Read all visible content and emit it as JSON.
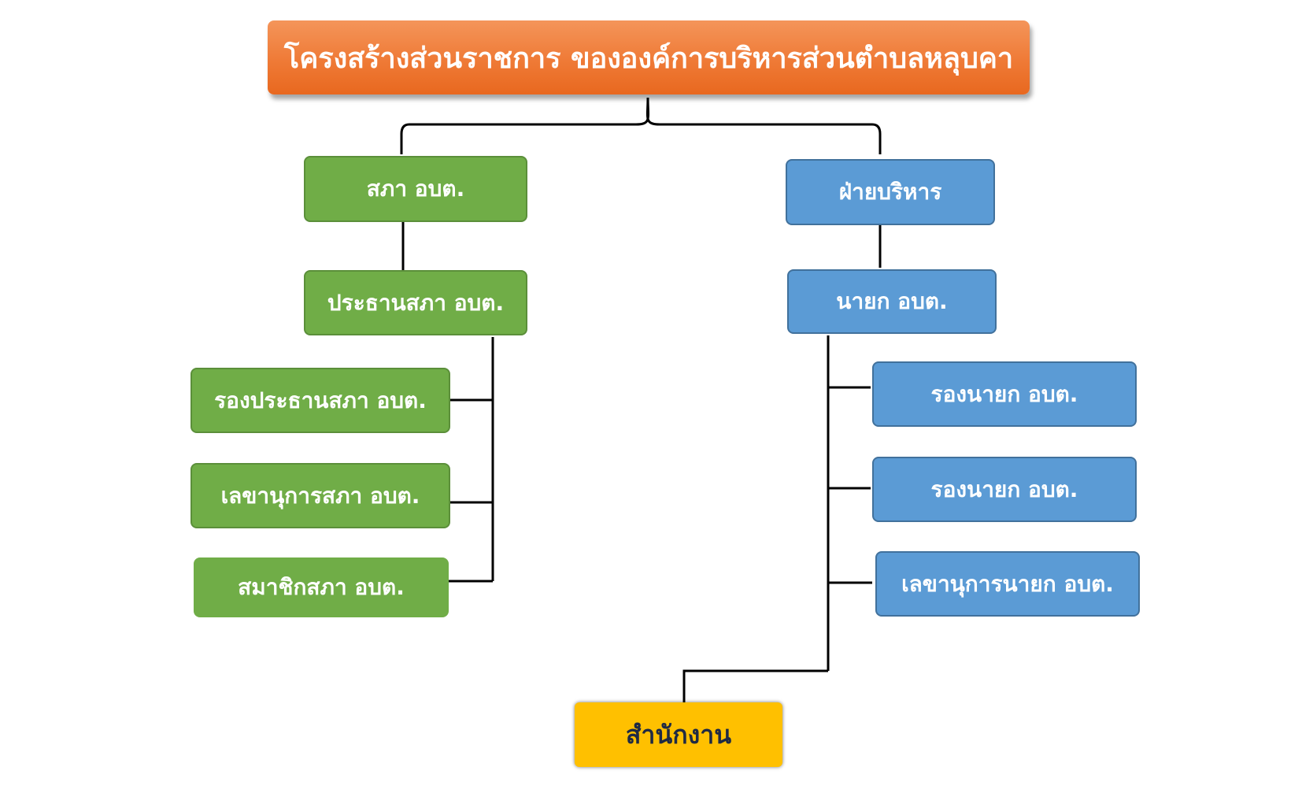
{
  "title": "โครงสร้างส่วนราชการ ขององค์การบริหารส่วนตำบลหลุบคา",
  "council": {
    "head": "สภา อบต.",
    "president": "ประธานสภา อบต.",
    "vice_president": "รองประธานสภา อบต.",
    "secretary": "เลขานุการสภา อบต.",
    "members": "สมาชิกสภา อบต."
  },
  "executive": {
    "head": "ฝ่ายบริหาร",
    "mayor": "นายก อบต.",
    "deputy_1": "รองนายก อบต.",
    "deputy_2": "รองนายก อบต.",
    "secretary": "เลขานุการนายก อบต."
  },
  "office": "สำนักงาน",
  "colors": {
    "title": "#ef7a36",
    "council": "#70ad47",
    "executive": "#5b9bd5",
    "office": "#ffc000",
    "connector": "#000000"
  }
}
